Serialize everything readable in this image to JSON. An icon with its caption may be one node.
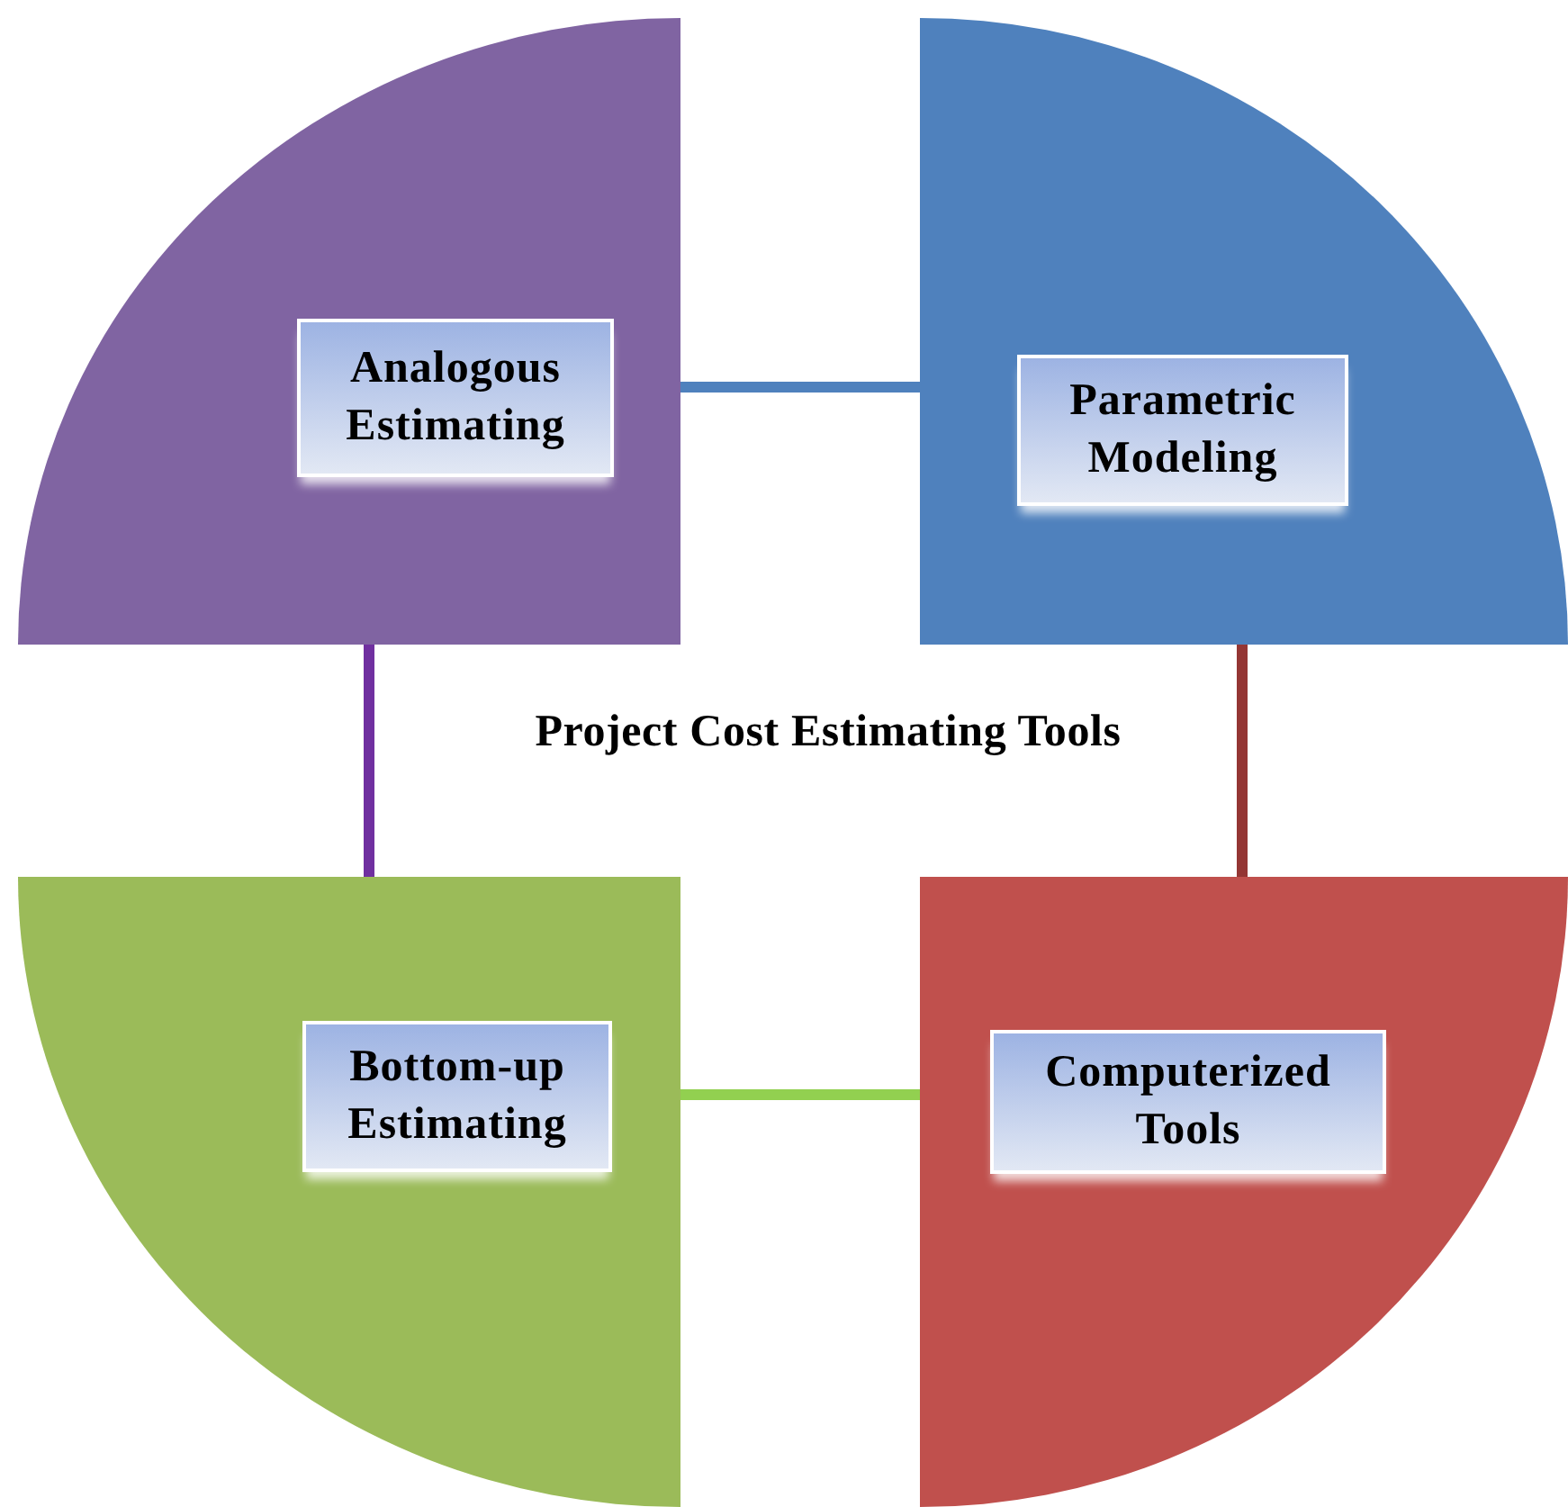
{
  "diagram": {
    "title": "Project Cost Estimating Tools",
    "nodes": [
      {
        "text": [],
        "shape": "sector"
      },
      {
        "text": [
          "Analogous Estimating"
        ],
        "in": 0
      },
      {
        "text": [],
        "shape": "sector"
      },
      {
        "text": [
          "Parametric Modeling"
        ],
        "in": 2
      },
      {
        "text": [],
        "shape": "sector"
      },
      {
        "text": [
          "Bottom-up Estimating"
        ],
        "in": 4
      },
      {
        "text": [],
        "shape": "sector"
      },
      {
        "text": [
          "Computerized Tools"
        ],
        "in": 6
      }
    ],
    "edges": [
      {
        "from": 0,
        "to": 2,
        "arrow": "none",
        "color": "#4f81bd"
      },
      {
        "from": 2,
        "to": 6,
        "arrow": "none",
        "color": "#943634"
      },
      {
        "from": 0,
        "to": 4,
        "arrow": "none",
        "color": "#7030a0"
      },
      {
        "from": 4,
        "to": 6,
        "arrow": "none",
        "color": "#92d050"
      }
    ]
  }
}
